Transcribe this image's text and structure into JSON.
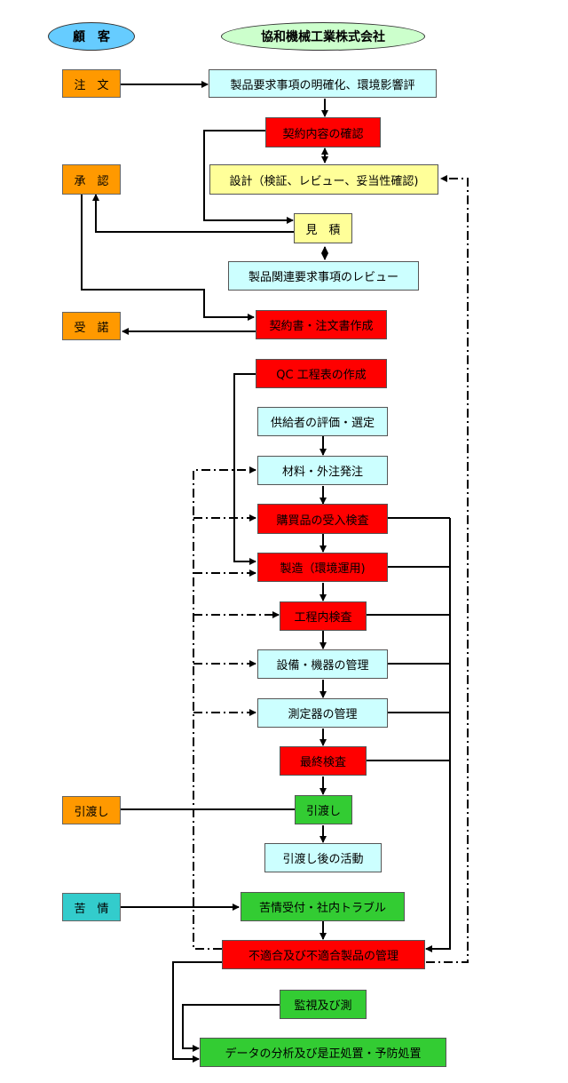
{
  "header": {
    "customer": "顧　客",
    "company": "協和機械工業株式会社"
  },
  "customer_steps": {
    "order": "注　文",
    "approval": "承　認",
    "acceptance": "受　諾",
    "delivery": "引渡し",
    "complaint": "苦　情"
  },
  "process_steps": {
    "requirements": "製品要求事項の明確化、環境影響評",
    "contract_check": "契約内容の確認",
    "design": "設計（検証、レビュー、妥当性確認)",
    "estimate": "見　積",
    "product_review": "製品関連要求事項のレビュー",
    "contract_doc": "契約書・注文書作成",
    "qc_table": "QC 工程表の作成",
    "supplier_eval": "供給者の評価・選定",
    "material_order": "材料・外注発注",
    "receiving_insp": "購買品の受入検査",
    "manufacturing": "製造（環境運用)",
    "inprocess_insp": "工程内検査",
    "equipment": "設備・機器の管理",
    "measuring": "測定器の管理",
    "final_insp": "最終検査",
    "delivery": "引渡し",
    "post_delivery": "引渡し後の活動",
    "complaint_recv": "苦情受付・社内トラブル",
    "nonconformity": "不適合及び不適合製品の管理",
    "monitoring": "監視及び測",
    "analysis": "データの分析及び是正処置・予防処置"
  },
  "colors": {
    "customer": "#ff9900",
    "complaint": "#33cccc",
    "info": "#ccffff",
    "design": "#ffff99",
    "control": "#ff0000",
    "action": "#33cc33"
  }
}
